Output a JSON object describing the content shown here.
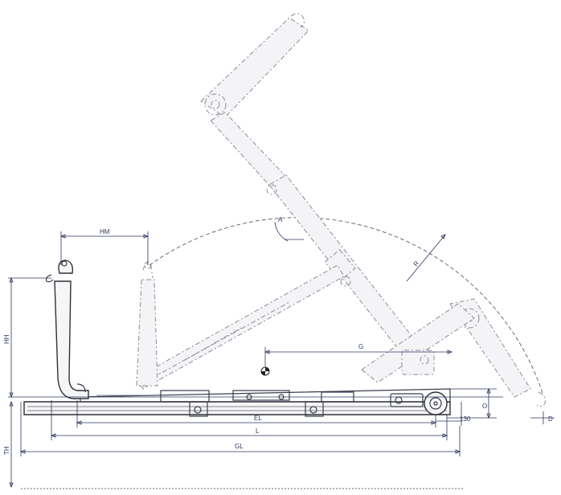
{
  "dimensions": {
    "hm": "HM",
    "hh": "HH",
    "th": "TH",
    "g": "G",
    "o": "O",
    "el": "EL",
    "l": "L",
    "gl": "GL",
    "offset": "130",
    "d": "D",
    "radius": "R",
    "angle": "A"
  },
  "colors": {
    "line": "#3a3d4a",
    "dimension": "#2c3560",
    "ghost": "#8a8d98"
  },
  "icons": {
    "center_of_gravity": "center-of-gravity-icon",
    "hook": "hook-icon"
  }
}
